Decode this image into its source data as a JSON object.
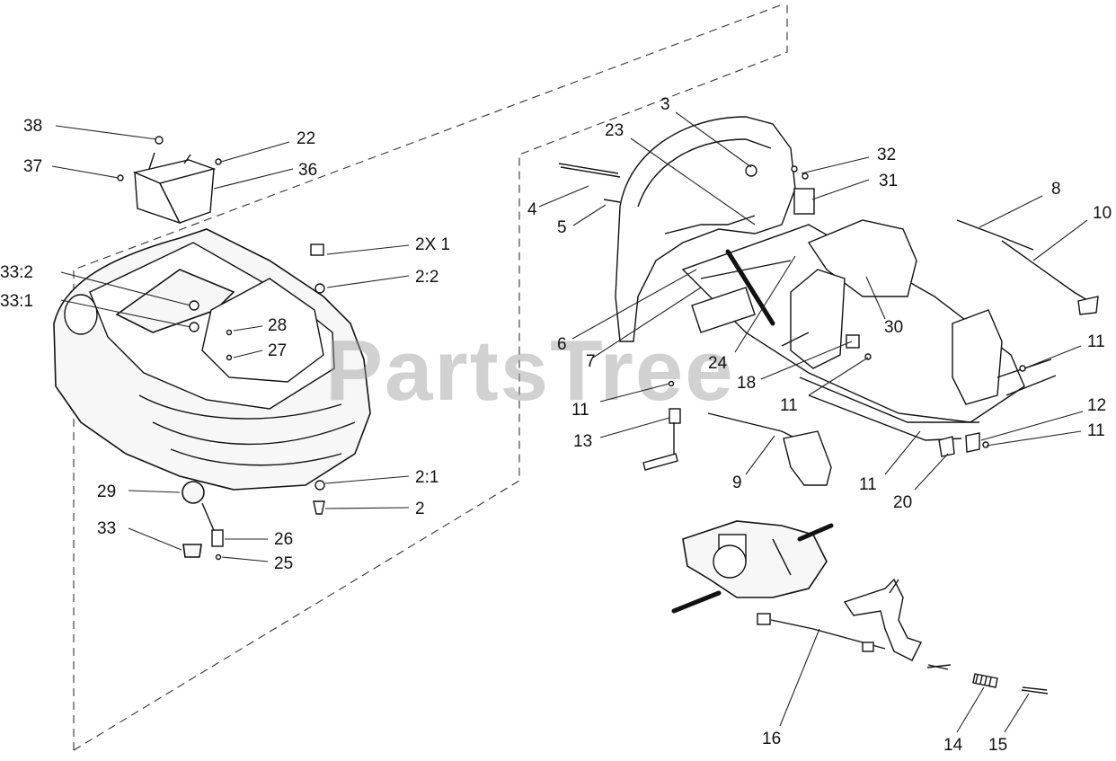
{
  "watermark": "PartsTree",
  "callouts": [
    {
      "id": "38",
      "label": "38"
    },
    {
      "id": "37",
      "label": "37"
    },
    {
      "id": "22",
      "label": "22"
    },
    {
      "id": "36",
      "label": "36"
    },
    {
      "id": "2x1",
      "label": "2X 1"
    },
    {
      "id": "2-2",
      "label": "2:2"
    },
    {
      "id": "33-2",
      "label": "33:2"
    },
    {
      "id": "33-1",
      "label": "33:1"
    },
    {
      "id": "28",
      "label": "28"
    },
    {
      "id": "27",
      "label": "27"
    },
    {
      "id": "2-1",
      "label": "2:1"
    },
    {
      "id": "2",
      "label": "2"
    },
    {
      "id": "29",
      "label": "29"
    },
    {
      "id": "33",
      "label": "33"
    },
    {
      "id": "26",
      "label": "26"
    },
    {
      "id": "25",
      "label": "25"
    },
    {
      "id": "3",
      "label": "3"
    },
    {
      "id": "23",
      "label": "23"
    },
    {
      "id": "32",
      "label": "32"
    },
    {
      "id": "31",
      "label": "31"
    },
    {
      "id": "8",
      "label": "8"
    },
    {
      "id": "10",
      "label": "10"
    },
    {
      "id": "4",
      "label": "4"
    },
    {
      "id": "5",
      "label": "5"
    },
    {
      "id": "30",
      "label": "30"
    },
    {
      "id": "6",
      "label": "6"
    },
    {
      "id": "7",
      "label": "7"
    },
    {
      "id": "24",
      "label": "24"
    },
    {
      "id": "11-right",
      "label": "11"
    },
    {
      "id": "18",
      "label": "18"
    },
    {
      "id": "11-center",
      "label": "11"
    },
    {
      "id": "11-left",
      "label": "11"
    },
    {
      "id": "13",
      "label": "13"
    },
    {
      "id": "12",
      "label": "12"
    },
    {
      "id": "11-far-right",
      "label": "11"
    },
    {
      "id": "9",
      "label": "9"
    },
    {
      "id": "11-lower",
      "label": "11"
    },
    {
      "id": "20",
      "label": "20"
    },
    {
      "id": "16",
      "label": "16"
    },
    {
      "id": "14",
      "label": "14"
    },
    {
      "id": "15",
      "label": "15"
    }
  ]
}
